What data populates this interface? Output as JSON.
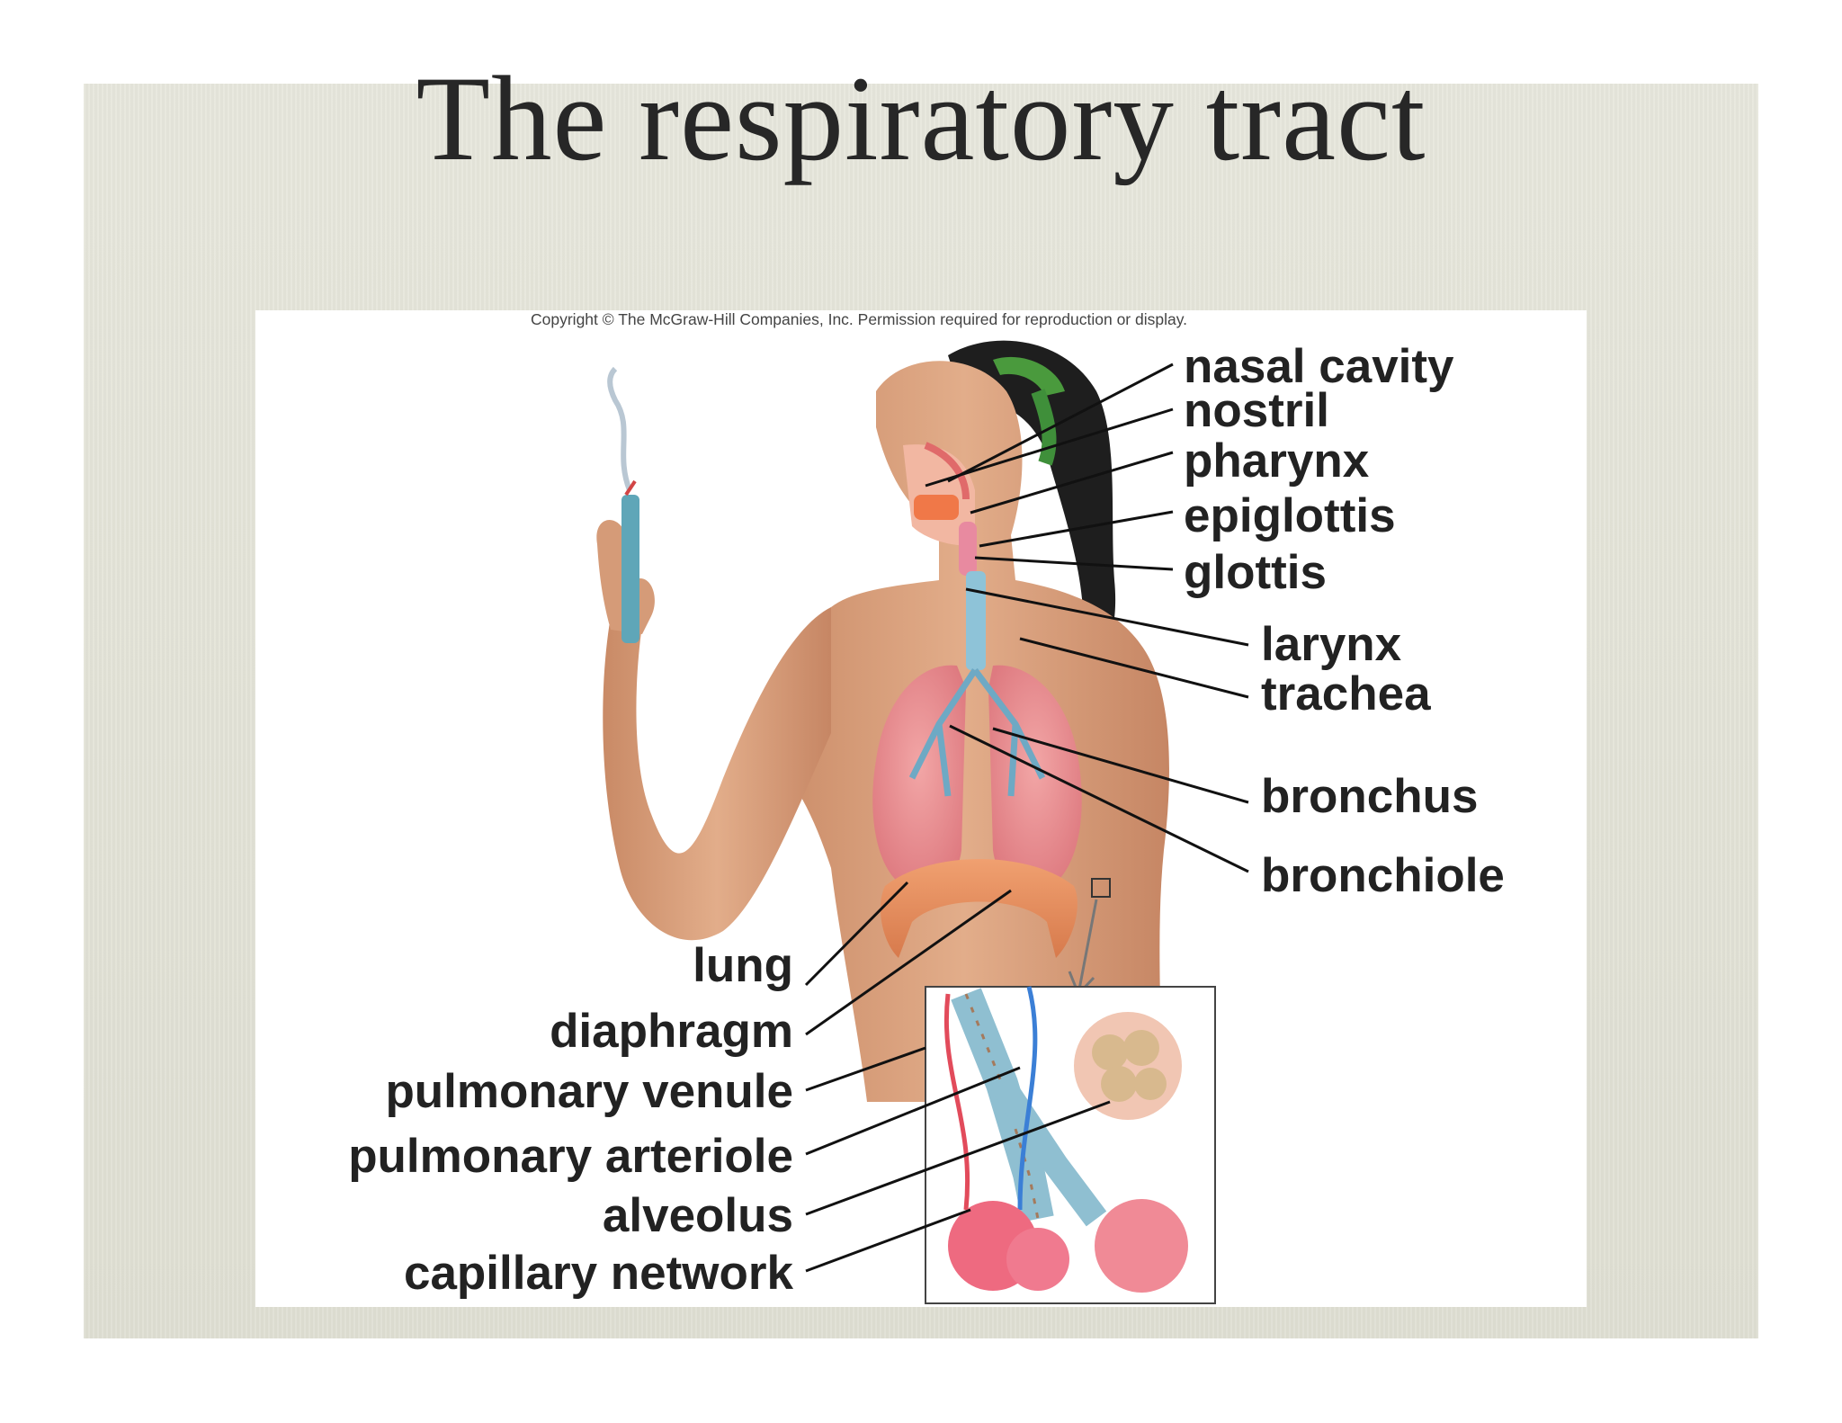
{
  "slide": {
    "title": "The respiratory tract",
    "copyright": "Copyright © The McGraw-Hill Companies, Inc. Permission required for reproduction or display."
  },
  "labels": {
    "right": [
      "nasal cavity",
      "nostril",
      "pharynx",
      "epiglottis",
      "glottis",
      "larynx",
      "trachea",
      "bronchus",
      "bronchiole"
    ],
    "left": [
      "lung",
      "diaphragm",
      "pulmonary venule",
      "pulmonary arteriole",
      "alveolus",
      "capillary network"
    ]
  },
  "colors": {
    "slide_bg": "#e3e3d7",
    "title_text": "#272727",
    "skin": "#d9a27e",
    "lung": "#e8848a",
    "bronchi": "#7fb6cf",
    "diaphragm": "#e98f5c",
    "hair": "#1c1c1c",
    "headband": "#3f8f3a"
  }
}
